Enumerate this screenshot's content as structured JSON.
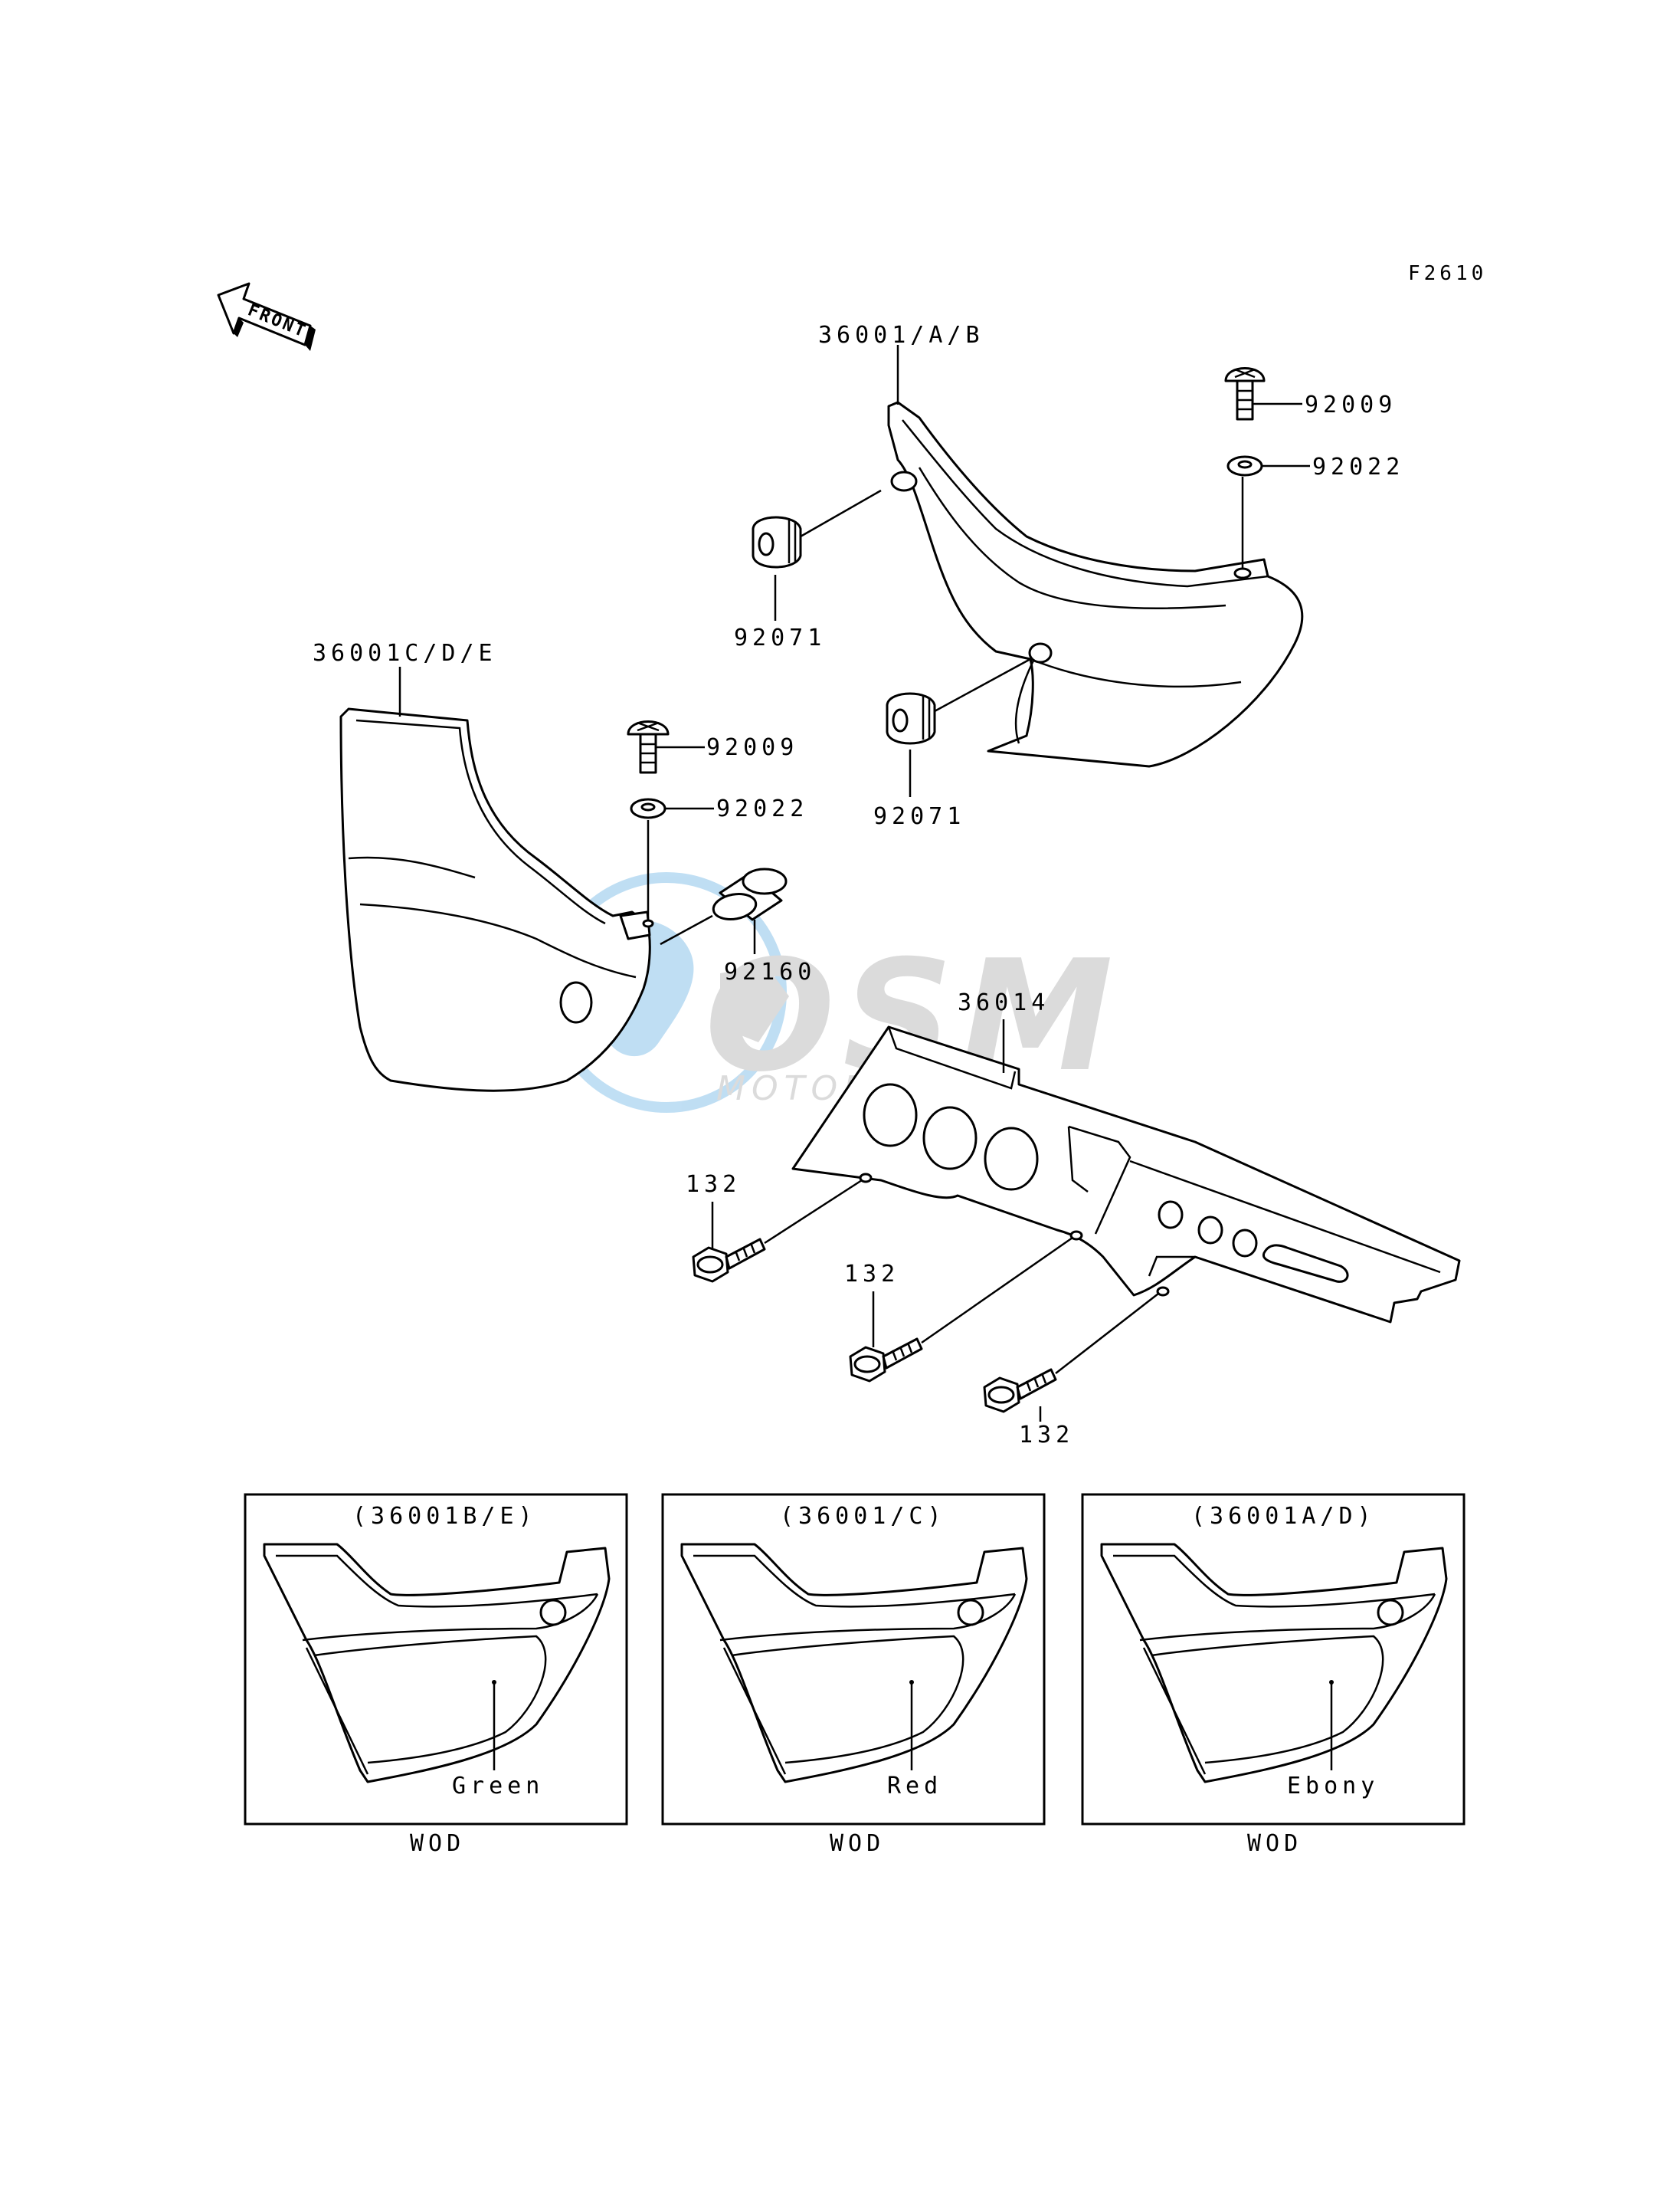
{
  "figure_code": "F2610",
  "front_label": "FRONT",
  "callouts": {
    "side_cover_right": "36001/A/B",
    "side_cover_left": "36001C/D/E",
    "screw_top": "92009",
    "washer_top": "92022",
    "grommet_upper": "92071",
    "grommet_lower": "92071",
    "screw_left": "92009",
    "washer_left": "92022",
    "collar": "92160",
    "chain_guard": "36014",
    "bolt_1": "132",
    "bolt_2": "132",
    "bolt_3": "132"
  },
  "variants": [
    {
      "code": "(36001B/E)",
      "color": "Green",
      "region": "WOD"
    },
    {
      "code": "(36001/C)",
      "color": "Red",
      "region": "WOD"
    },
    {
      "code": "(36001A/D)",
      "color": "Ebony",
      "region": "WOD"
    }
  ],
  "watermark": {
    "brand": "OSM",
    "tagline": "MOTORPARTS"
  },
  "colors": {
    "line": "#000000",
    "watermark_blue": "#4aa3df",
    "watermark_gray": "#9a9a9a"
  }
}
